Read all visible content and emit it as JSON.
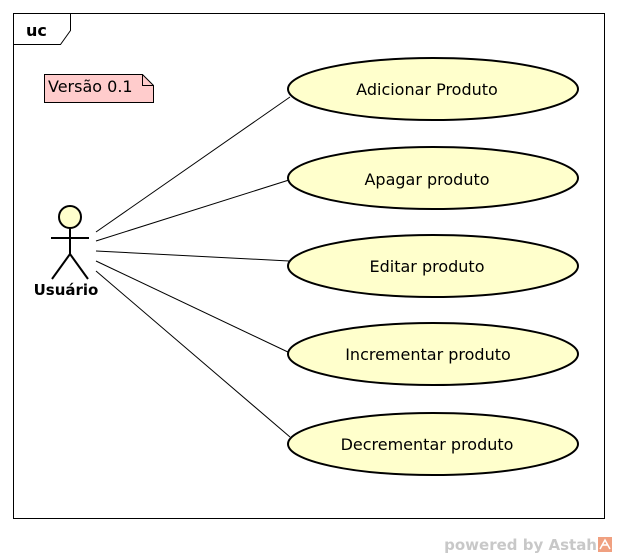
{
  "frame": {
    "label": "uc"
  },
  "note": {
    "text": "Versão 0.1"
  },
  "actor": {
    "name": "Usuário"
  },
  "use_cases": [
    {
      "label": "Adicionar Produto"
    },
    {
      "label": "Apagar produto"
    },
    {
      "label": "Editar produto"
    },
    {
      "label": "Incrementar produto"
    },
    {
      "label": "Decrementar produto"
    }
  ],
  "watermark": {
    "text": "powered by Astah"
  },
  "colors": {
    "use_case_fill": "#ffffcc",
    "note_fill": "#ffcccc",
    "actor_head_fill": "#ffffcc",
    "stroke": "#000000",
    "watermark_text": "#c8c8c8",
    "watermark_logo": "#f0a080"
  }
}
